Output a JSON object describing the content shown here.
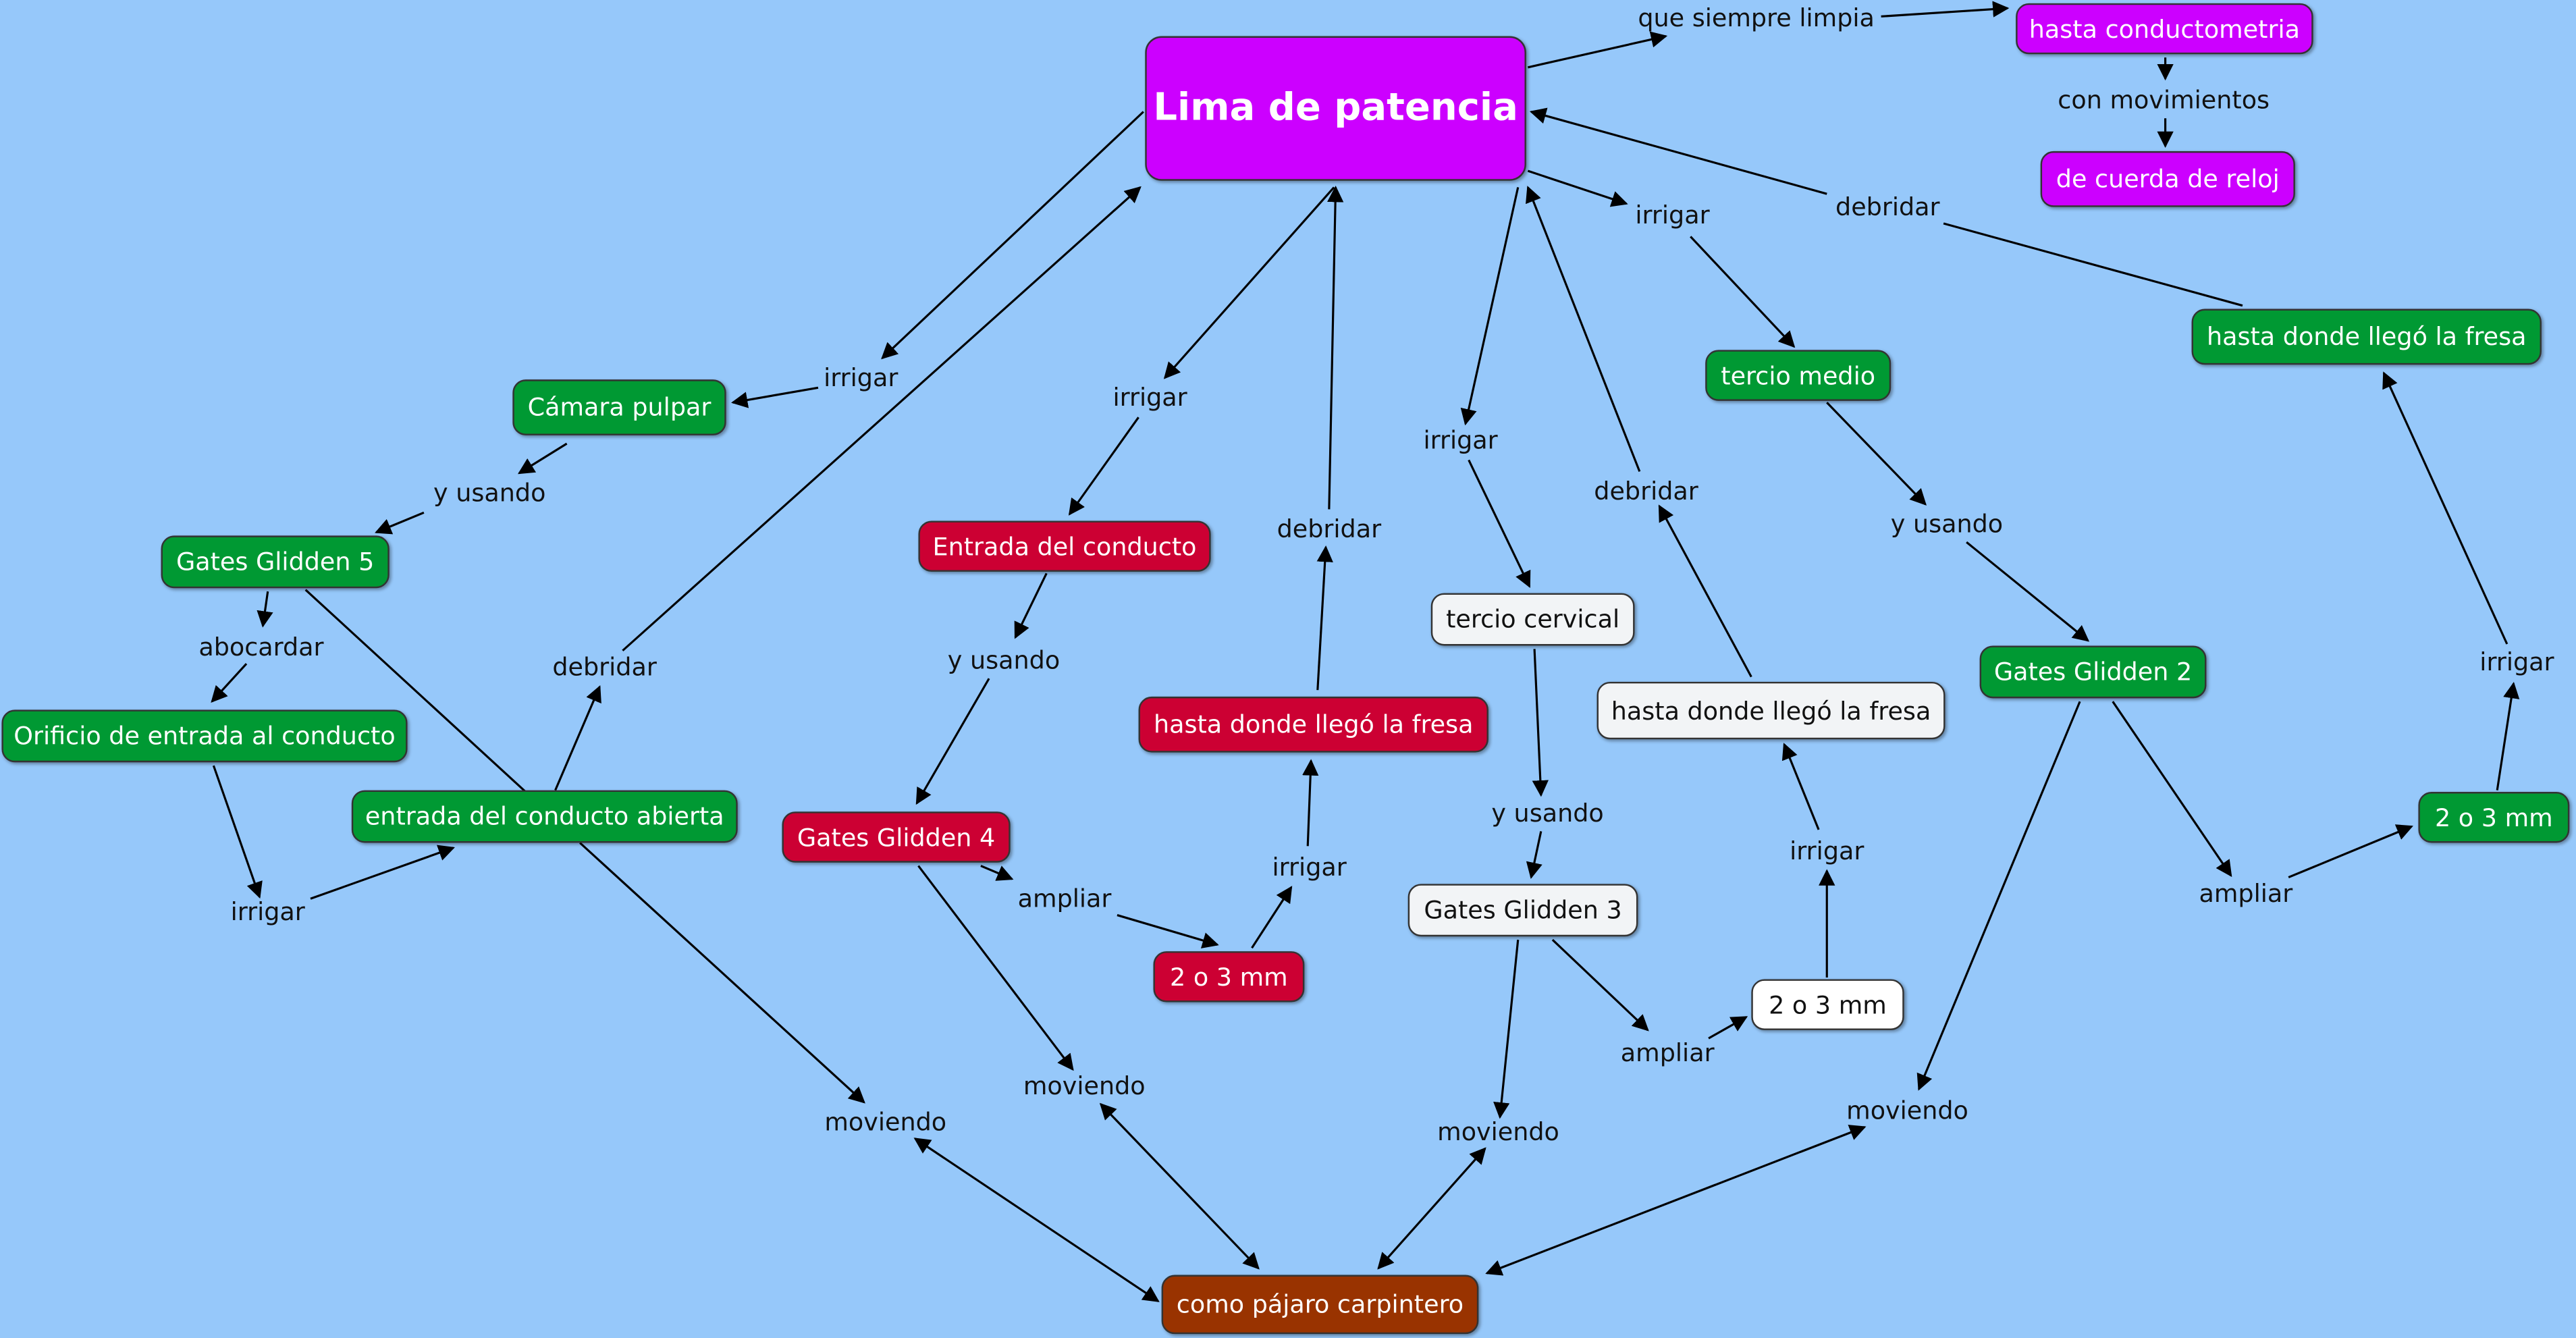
{
  "nodes": {
    "main": "Lima de patencia",
    "conductometria": "hasta conductometria",
    "cuerda_reloj": "de cuerda de reloj",
    "camara_pulpar": "Cámara pulpar",
    "gates5": "Gates Glidden 5",
    "orificio": "Orificio de entrada al conducto",
    "entrada_abierta": "entrada del conducto abierta",
    "entrada_conducto": "Entrada del conducto",
    "gates4": "Gates Glidden 4",
    "fresa_red": "hasta donde llegó la fresa",
    "mm_red": "2 o 3 mm",
    "tercio_cervical": "tercio cervical",
    "gates3": "Gates Glidden 3",
    "fresa_white": "hasta donde llegó la fresa",
    "mm_white": "2 o 3 mm",
    "tercio_medio": "tercio medio",
    "gates2": "Gates Glidden 2",
    "mm_green": "2 o 3 mm",
    "fresa_green": "hasta donde llegó la fresa",
    "pajaro": "como pájaro carpintero"
  },
  "labels": {
    "siempre_limpia": "que siempre limpia",
    "con_movimientos": "con movimientos",
    "irrigar_camara": "irrigar",
    "y_usando_5": "y usando",
    "abocardar": "abocardar",
    "irrigar_orificio": "irrigar",
    "debridar_left": "debridar",
    "moviendo_1": "moviendo",
    "irrigar_entrada": "irrigar",
    "y_usando_4": "y usando",
    "ampliar_4": "ampliar",
    "irrigar_red": "irrigar",
    "debridar_red": "debridar",
    "moviendo_2": "moviendo",
    "irrigar_cervical": "irrigar",
    "y_usando_3": "y usando",
    "ampliar_3": "ampliar",
    "irrigar_white": "irrigar",
    "debridar_white": "debridar",
    "moviendo_3": "moviendo",
    "irrigar_medio": "irrigar",
    "y_usando_2": "y usando",
    "ampliar_2": "ampliar",
    "irrigar_green": "irrigar",
    "debridar_green": "debridar",
    "moviendo_4": "moviendo"
  },
  "colors": {
    "background": "#96c8fa",
    "purple": "#cc00ff",
    "green": "#009933",
    "red": "#cc0033",
    "white": "#f2f4f6",
    "brown": "#993300"
  }
}
